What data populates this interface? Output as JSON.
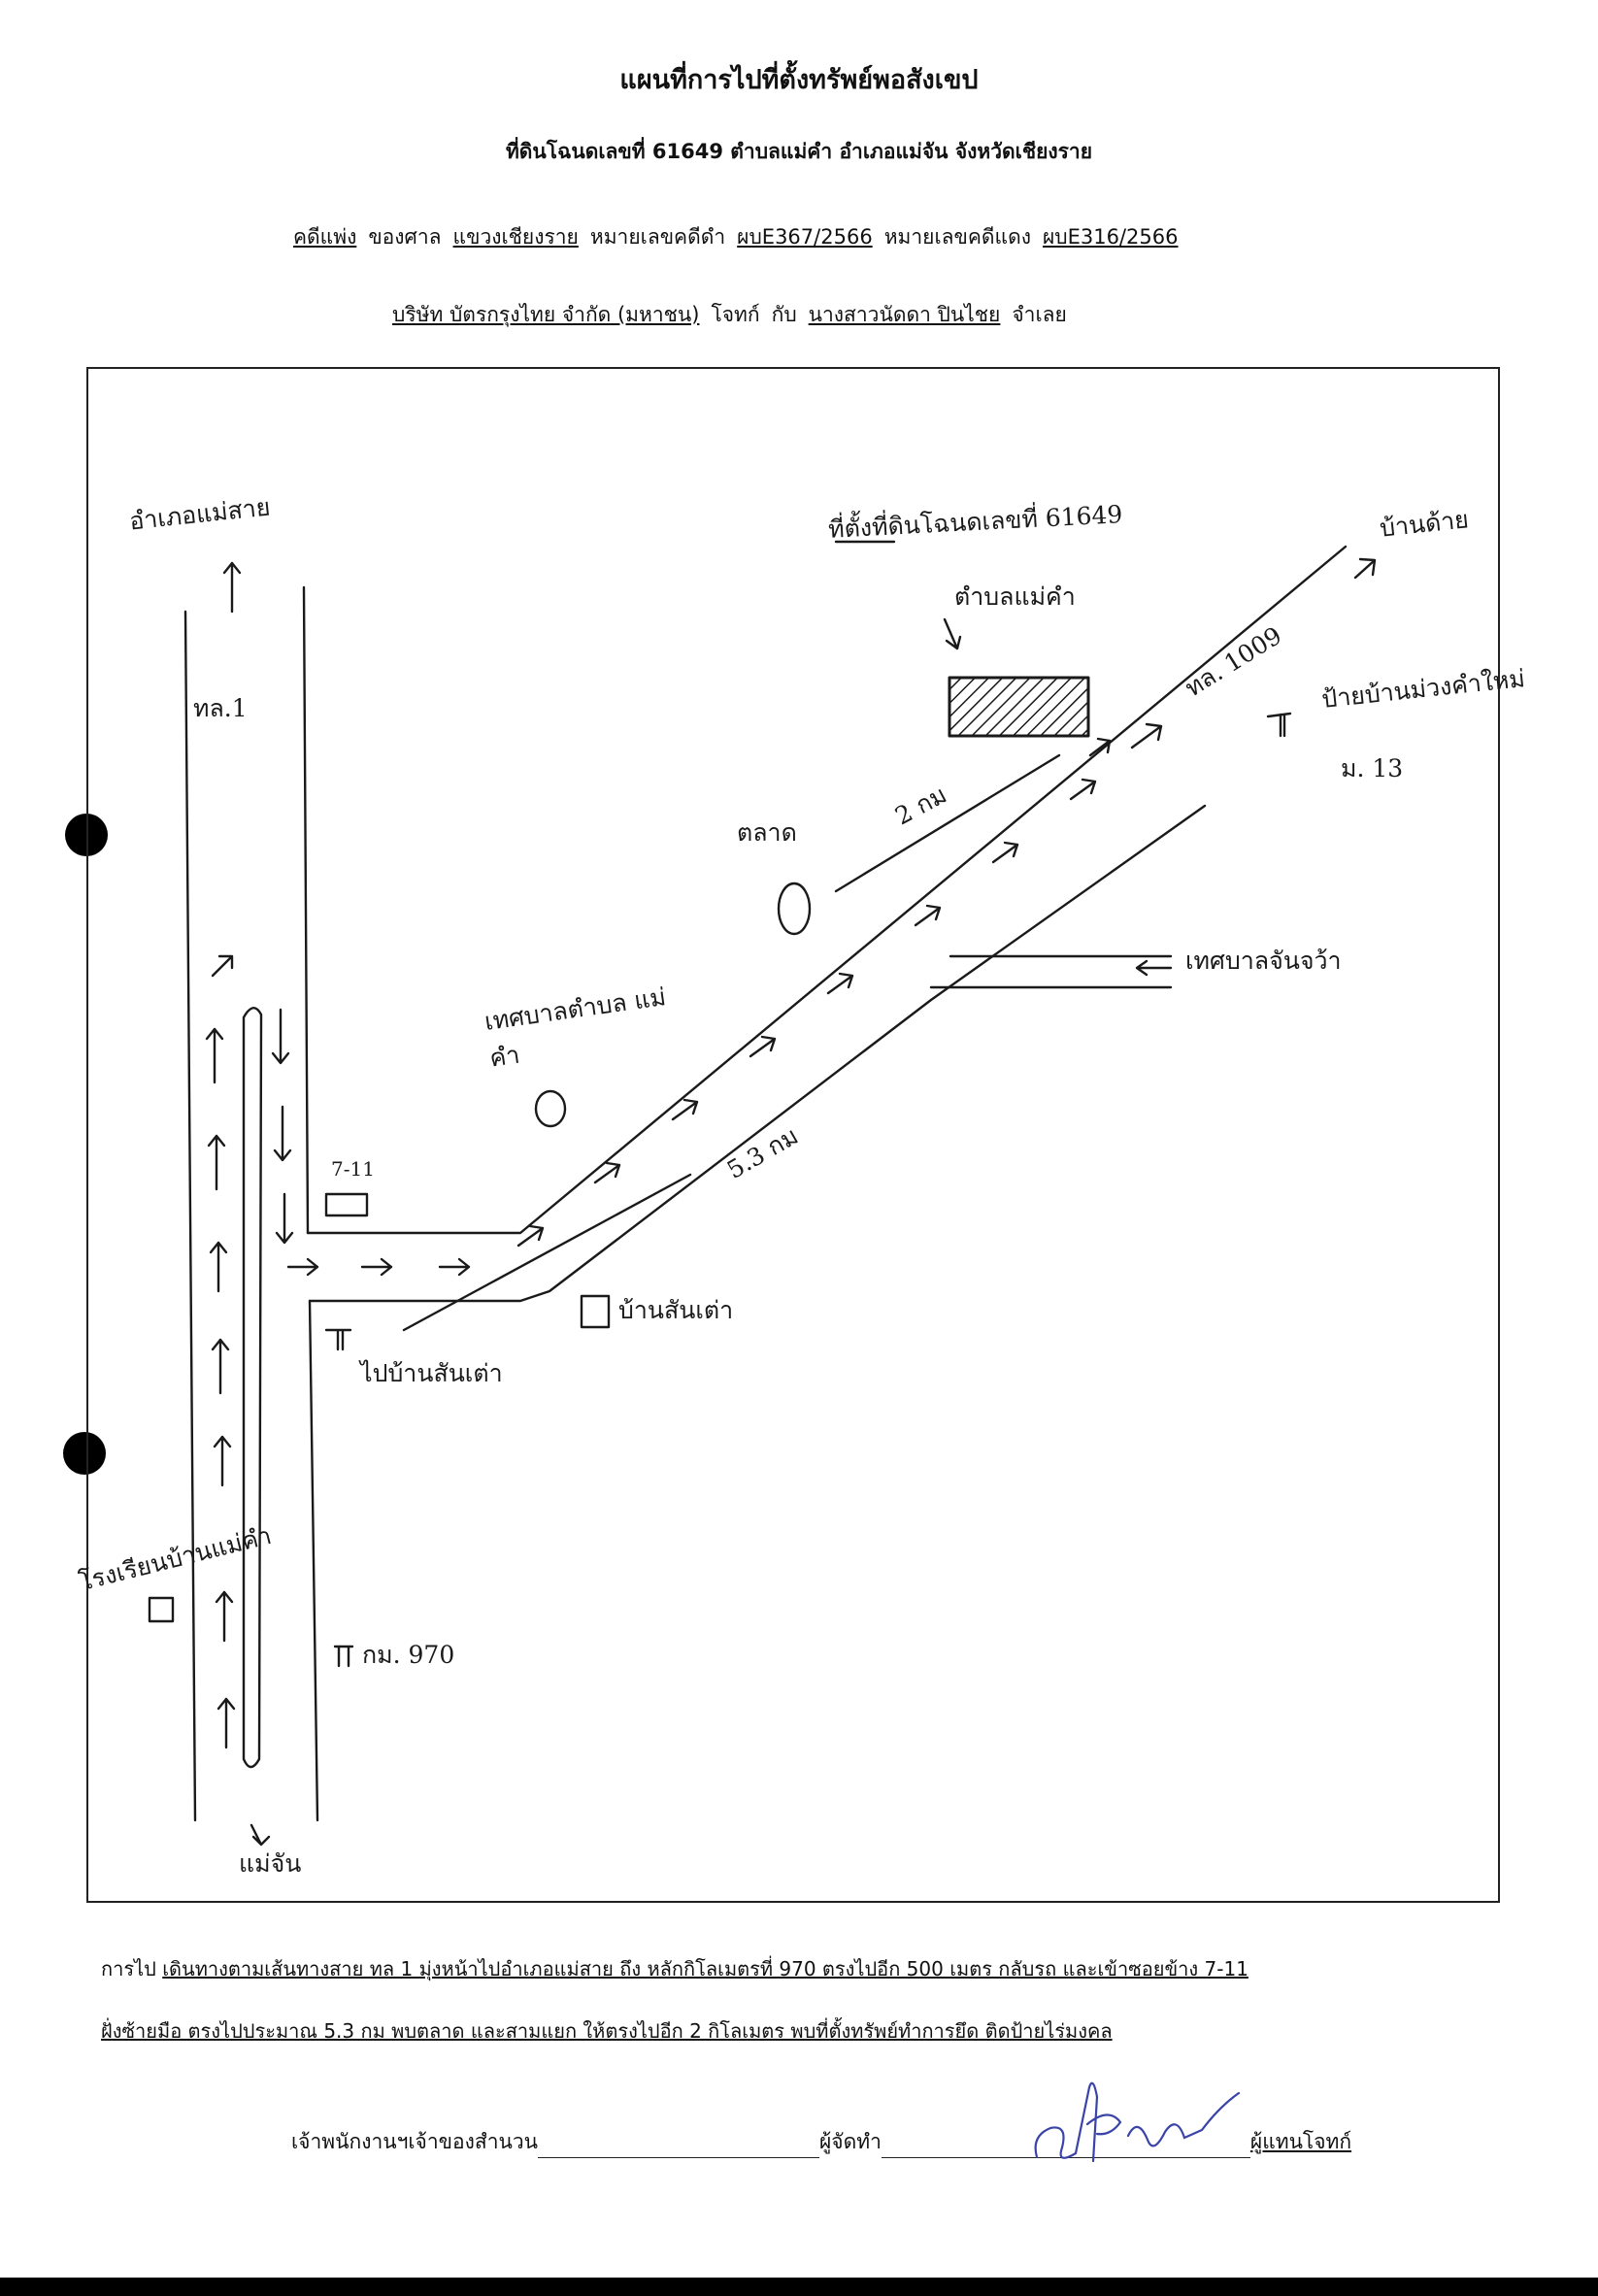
{
  "header": {
    "title": "แผนที่การไปที่ตั้งทรัพย์พอสังเขป",
    "subtitle": "ที่ดินโฉนดเลขที่ 61649 ตำบลแม่คำ อำเภอแม่จัน จังหวัดเชียงราย",
    "case_line": {
      "case_type": "คดีแพ่ง",
      "court_prefix": "ของศาล",
      "court": "แขวงเชียงราย",
      "black_prefix": "หมายเลขคดีดำ",
      "black_no": "ผบE367/2566",
      "red_prefix": "หมายเลขคดีแดง",
      "red_no": "ผบE316/2566"
    },
    "party_line": {
      "plaintiff": "บริษัท บัตรกรุงไทย จำกัด (มหาชน)",
      "plaintiff_role": "โจทก์",
      "conj": "กับ",
      "defendant": "นางสาวนัดดา ปินไชย",
      "defendant_role": "จำเลย"
    }
  },
  "map": {
    "labels": {
      "north_dest": "อำเภอแม่สาย",
      "highway_1": "ทล.1",
      "south_dest": "แม่จัน",
      "school": "โรงเรียนบ้านแม่คำ",
      "km_marker": "กม. 970",
      "seven_eleven": "7-11",
      "to_village": "ไปบ้านสันเต่า",
      "village": "บ้านสันเต่า",
      "municipality": "เทศบาลตำบล แม่คำ",
      "dist_53": "5.3 กม",
      "market": "ตลาด",
      "dist_2": "2 กม",
      "municipality_jl": "เทศบาลจันจว้า",
      "highway_1009": "ทล. 1009",
      "target": "ที่ตั้งที่ดินโฉนดเลขที่ 61649",
      "target_tambon": "ตำบลแม่คำ",
      "ban_dai": "บ้านด้าย",
      "sign_village": "ป้ายบ้านม่วงคำใหม่",
      "moo": "ม. 13"
    },
    "colors": {
      "ink": "#1a1a1a",
      "paper": "#ffffff"
    }
  },
  "directions": {
    "lead": "การไป",
    "line1": "เดินทางตามเส้นทางสาย ทล 1 มุ่งหน้าไปอำเภอแม่สาย ถึง หลักกิโลเมตรที่ 970 ตรงไปอีก 500 เมตร กลับรถ และเข้าซอยข้าง 7-11",
    "line2": "ฝั่งซ้ายมือ ตรงไปประมาณ 5.3 กม พบตลาด และสามแยก ให้ตรงไปอีก 2 กิโลเมตร พบที่ตั้งทรัพย์ทำการยึด ติดป้ายไร่มงคล"
  },
  "signature": {
    "officer": "เจ้าพนักงานฯเจ้าของสำนวน",
    "maker": "ผู้จัดทำ",
    "rep": "ผู้แทนโจทก์"
  }
}
